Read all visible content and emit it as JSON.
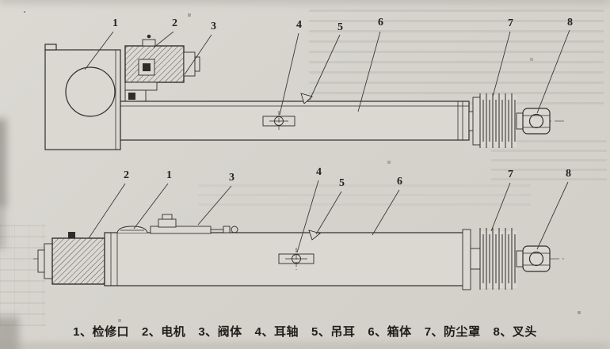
{
  "page": {
    "background_color": "#d6d3cd",
    "line_color": "#2e2d29"
  },
  "figure": {
    "top_view": {
      "callouts": [
        "1",
        "2",
        "3",
        "4",
        "5",
        "6",
        "7",
        "8"
      ]
    },
    "bottom_view": {
      "callouts": [
        "2",
        "1",
        "3",
        "4",
        "5",
        "6",
        "7",
        "8"
      ]
    },
    "caption_items": [
      "1、检修口",
      "2、电机",
      "3、阀体",
      "4、耳轴",
      "5、吊耳",
      "6、箱体",
      "7、防尘罩",
      "8、叉头"
    ]
  }
}
